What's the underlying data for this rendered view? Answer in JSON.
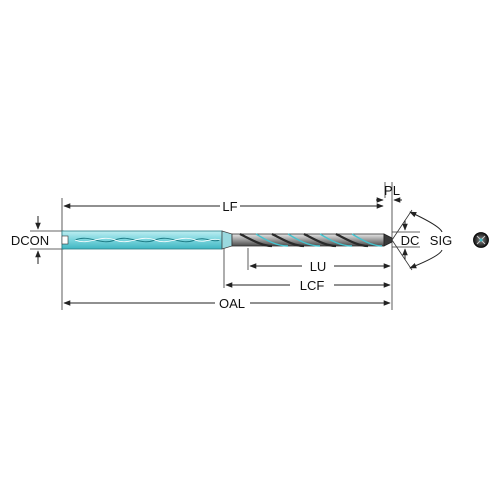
{
  "labels": {
    "lf": "LF",
    "pl": "PL",
    "dcon": "DCON",
    "dc": "DC",
    "sig": "SIG",
    "lu": "LU",
    "lcf": "LCF",
    "oal": "OAL"
  },
  "colors": {
    "coolant": "#44c3cf",
    "coolant_light": "#a8e6ec",
    "body_dark": "#3a3a3a",
    "body_mid": "#7a7a7a",
    "body_light": "#d9d9d9",
    "line": "#222222"
  },
  "icons": {
    "drill_end_view": "drill-end-view-icon"
  }
}
